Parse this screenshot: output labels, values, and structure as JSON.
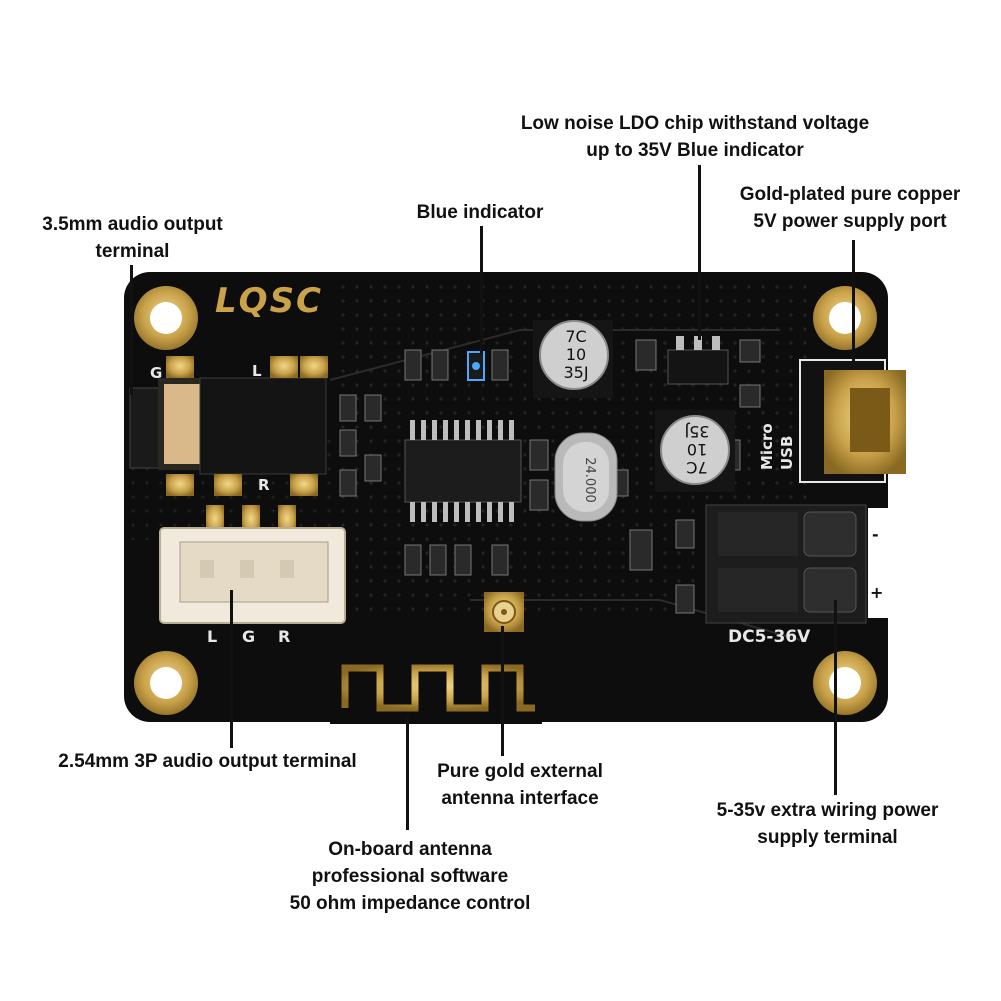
{
  "board": {
    "brand": "LQSC",
    "colors": {
      "pcb": "#0d0d0d",
      "gold": "#c9a24a",
      "silk": "#e8e8e8",
      "led": "#4aa8ff"
    },
    "silkscreen": {
      "jack_g": "G",
      "jack_l": "L",
      "jack_r": "R",
      "header_labels": [
        "L",
        "G",
        "R"
      ],
      "cap1": [
        "7C",
        "10",
        "35J"
      ],
      "cap2": [
        "35J",
        "10",
        "7C"
      ],
      "crystal": "24.000",
      "usb_label": [
        "Micro",
        "USB"
      ],
      "power_label": "DC5-36V",
      "plus": "+",
      "minus": "-"
    }
  },
  "callouts": {
    "ldo": [
      "Low noise LDO chip withstand voltage",
      "up to 35V Blue indicator"
    ],
    "usb_port": [
      "Gold-plated pure copper",
      "5V power supply port"
    ],
    "blue_indicator": [
      "Blue indicator"
    ],
    "audio_jack": [
      "3.5mm audio output",
      "terminal"
    ],
    "header_3p": [
      "2.54mm 3P audio output terminal"
    ],
    "antenna_interface": [
      "Pure gold external",
      "antenna interface"
    ],
    "onboard_antenna": [
      "On-board antenna",
      "professional software",
      "50 ohm impedance control"
    ],
    "power_terminal": [
      "5-35v extra wiring power",
      "supply terminal"
    ]
  }
}
